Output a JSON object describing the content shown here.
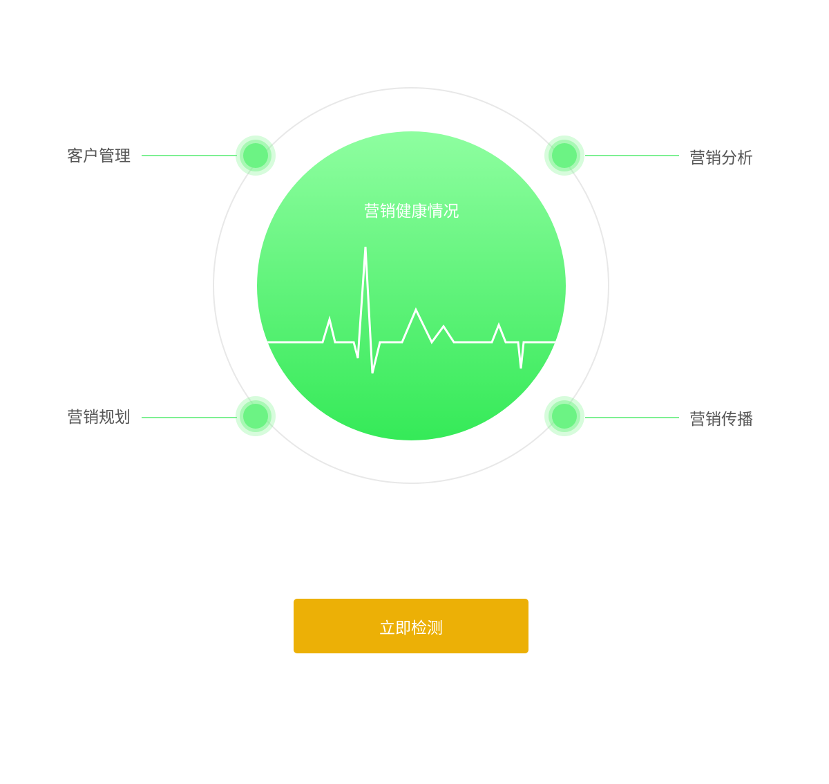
{
  "health": {
    "title": "营销健康情况"
  },
  "features": {
    "top_left": "客户管理",
    "top_right": "营销分析",
    "bottom_left": "营销规划",
    "bottom_right": "营销传播"
  },
  "action": {
    "detect_label": "立即检测"
  },
  "colors": {
    "green_top": "#8efea0",
    "green_bottom": "#35ea58",
    "connector": "#7ef093",
    "button": "#ecb006",
    "label_text": "#555555",
    "ring": "#e8e8e8"
  },
  "icons": {
    "heartbeat": "heartbeat-line-icon",
    "node": "glowing-dot-icon"
  }
}
